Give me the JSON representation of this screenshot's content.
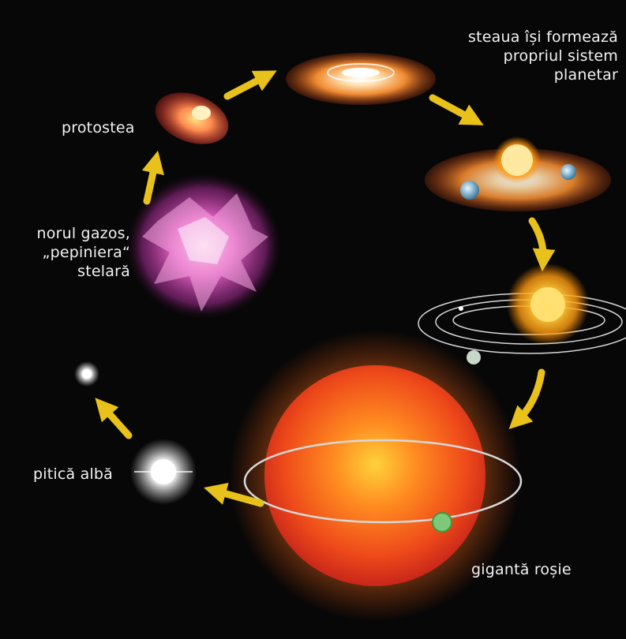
{
  "labels": {
    "protostar": "protostea",
    "gas_cloud": [
      "norul gazos,",
      "„pepiniera“",
      "stelară"
    ],
    "planetary_system": [
      "steaua își  formează",
      "propriul sistem",
      "planetar"
    ],
    "red_giant": "gigantă roșie",
    "white_dwarf": "pitică albă"
  },
  "colors": {
    "background": "#070707",
    "arrow": "#e8c21a",
    "text": "#f2f2f2",
    "red_giant": "#e8401c",
    "orbit": "#d8d8d8"
  },
  "icons": [
    "arrow-icon"
  ]
}
